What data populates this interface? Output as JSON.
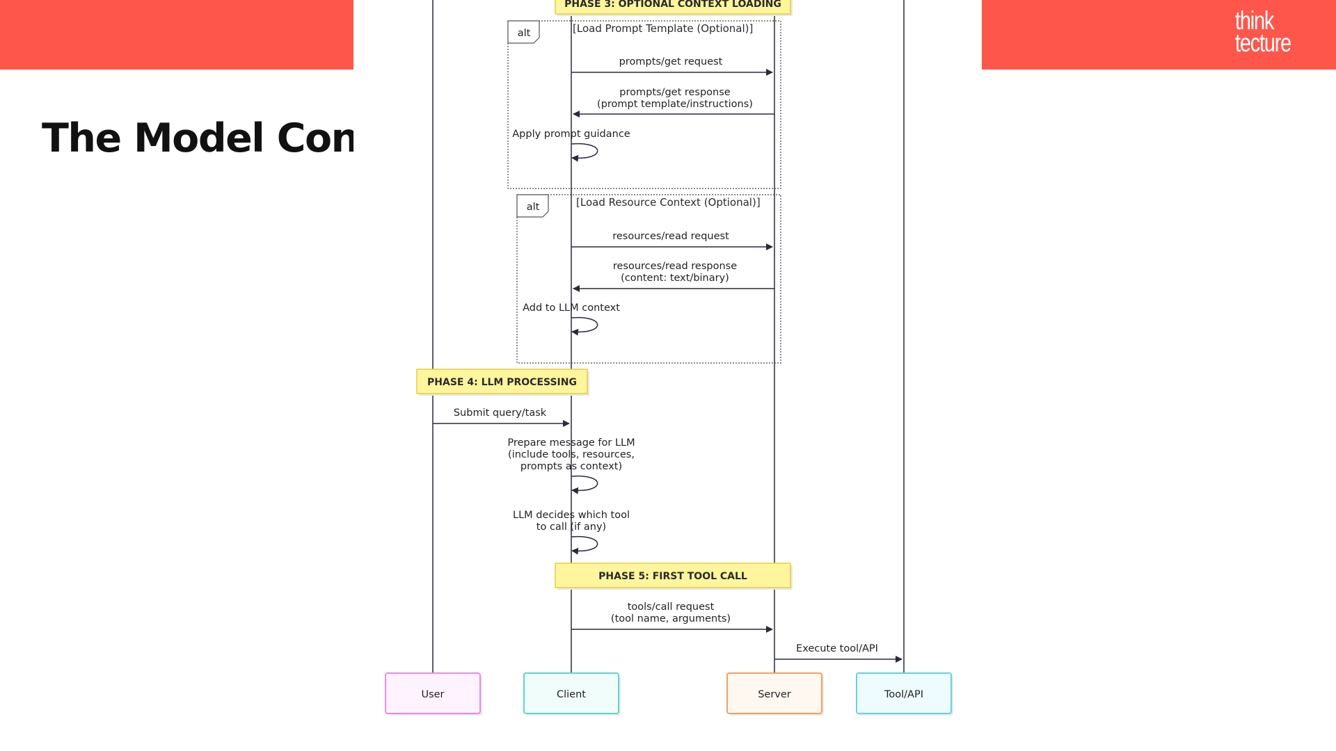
{
  "slide": {
    "title": "The Model Cont",
    "brand": {
      "line1": "think",
      "line2": "tecture"
    },
    "band_color": "#ff564b"
  },
  "diagram": {
    "participants": [
      {
        "id": "user",
        "label": "User",
        "border": "#e58ce8",
        "fill": "#fff3ff"
      },
      {
        "id": "client",
        "label": "Client",
        "border": "#5dd6cf",
        "fill": "#f0fdfb"
      },
      {
        "id": "server",
        "label": "Server",
        "border": "#f5a05c",
        "fill": "#fff8f1"
      },
      {
        "id": "tool",
        "label": "Tool/API",
        "border": "#5fd3e6",
        "fill": "#eefcff"
      }
    ],
    "phases": [
      {
        "id": "phase3",
        "label": "PHASE 3: OPTIONAL CONTEXT LOADING"
      },
      {
        "id": "phase4",
        "label": "PHASE 4: LLM PROCESSING"
      },
      {
        "id": "phase5",
        "label": "PHASE 5: FIRST TOOL CALL"
      }
    ],
    "alt_blocks": [
      {
        "id": "alt1",
        "tag": "alt",
        "condition": "[Load Prompt Template (Optional)]"
      },
      {
        "id": "alt2",
        "tag": "alt",
        "condition": "[Load Resource Context (Optional)]"
      }
    ],
    "messages": [
      {
        "id": "m1",
        "from": "client",
        "to": "server",
        "lines": [
          "prompts/get request"
        ]
      },
      {
        "id": "m2",
        "from": "server",
        "to": "client",
        "lines": [
          "prompts/get response",
          "(prompt template/instructions)"
        ]
      },
      {
        "id": "m3",
        "from": "client",
        "to": "client",
        "lines": [
          "Apply prompt guidance"
        ]
      },
      {
        "id": "m4",
        "from": "client",
        "to": "server",
        "lines": [
          "resources/read request"
        ]
      },
      {
        "id": "m5",
        "from": "server",
        "to": "client",
        "lines": [
          "resources/read response",
          "(content: text/binary)"
        ]
      },
      {
        "id": "m6",
        "from": "client",
        "to": "client",
        "lines": [
          "Add to LLM context"
        ]
      },
      {
        "id": "m7",
        "from": "user",
        "to": "client",
        "lines": [
          "Submit query/task"
        ]
      },
      {
        "id": "m8",
        "from": "client",
        "to": "client",
        "lines": [
          "Prepare message for LLM",
          "(include tools, resources,",
          "prompts as context)"
        ]
      },
      {
        "id": "m9",
        "from": "client",
        "to": "client",
        "lines": [
          "LLM decides which tool",
          "to call (if any)"
        ]
      },
      {
        "id": "m10",
        "from": "client",
        "to": "server",
        "lines": [
          "tools/call request",
          "(tool name, arguments)"
        ]
      },
      {
        "id": "m11",
        "from": "server",
        "to": "tool",
        "lines": [
          "Execute tool/API"
        ]
      }
    ],
    "colors": {
      "line": "#2a2a3a",
      "phase_fill": "#fff59d",
      "phase_border": "#e3cf3e"
    }
  }
}
